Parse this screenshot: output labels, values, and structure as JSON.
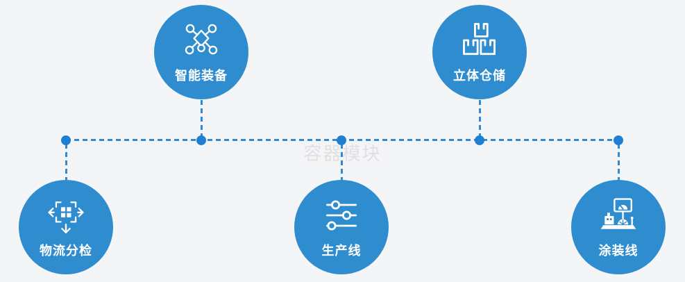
{
  "page": {
    "background": "#f4f5f6"
  },
  "colors": {
    "page_background": "#f4f5f6",
    "node_fill": "#2e8ccf",
    "connector_line": "#2f89d4",
    "junction_dot": "#1f80d2",
    "icon_stroke": "#ffffff",
    "label_text": "#ffffff",
    "watermark_text": "#e0e0e3"
  },
  "watermark": {
    "text": "容器模块"
  },
  "diagram": {
    "nodes": [
      {
        "id": "smart-equipment",
        "label": "智能装备",
        "icon": "network-nodes-icon",
        "row": "top"
      },
      {
        "id": "stereo-warehouse",
        "label": "立体仓储",
        "icon": "stacked-boxes-icon",
        "row": "top"
      },
      {
        "id": "logistics-sorting",
        "label": "物流分检",
        "icon": "sorting-arrows-icon",
        "row": "bottom"
      },
      {
        "id": "production-line",
        "label": "生产线",
        "icon": "sliders-icon",
        "row": "bottom"
      },
      {
        "id": "painting-line",
        "label": "涂装线",
        "icon": "machine-monitor-icon",
        "row": "bottom"
      }
    ]
  }
}
